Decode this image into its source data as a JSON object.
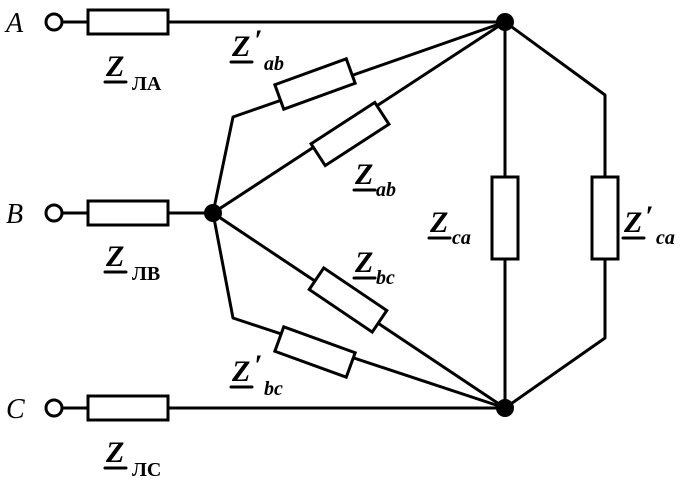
{
  "terminals": {
    "a": "A",
    "b": "B",
    "c": "C"
  },
  "labels": {
    "z_la": {
      "main": "Z",
      "sub": "ЛA"
    },
    "z_lb": {
      "main": "Z",
      "sub": "ЛB"
    },
    "z_lc": {
      "main": "Z",
      "sub": "ЛC"
    },
    "z_ab_prime": {
      "main": "Z",
      "prime": "′",
      "sub": "ab"
    },
    "z_ab": {
      "main": "Z",
      "sub": "ab"
    },
    "z_bc": {
      "main": "Z",
      "sub": "bc"
    },
    "z_bc_prime": {
      "main": "Z",
      "prime": "′",
      "sub": "bc"
    },
    "z_ca": {
      "main": "Z",
      "sub": "ca"
    },
    "z_ca_prime": {
      "main": "Z",
      "prime": "′",
      "sub": "ca"
    }
  }
}
